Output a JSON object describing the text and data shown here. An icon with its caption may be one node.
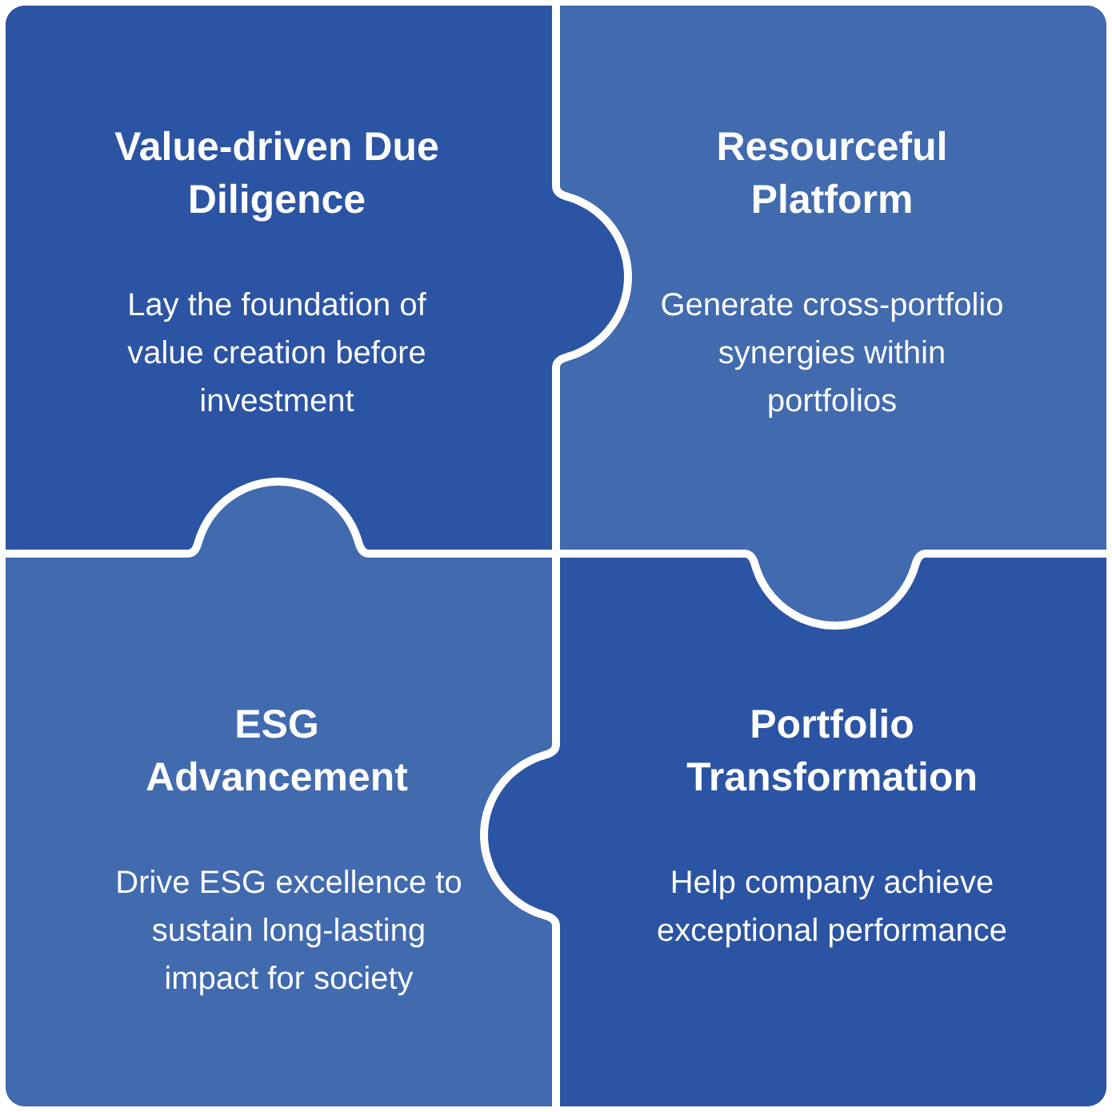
{
  "diagram": {
    "nodes": [
      {
        "text": [
          "Value-driven Due Diligence",
          "Lay the foundation of value creation before investment"
        ]
      },
      {
        "text": [
          "Resourceful Platform",
          "Generate cross-portfolio synergies within portfolios"
        ]
      },
      {
        "text": [
          "ESG Advancement",
          "Drive ESG excellence to sustain long-lasting impact for society"
        ]
      },
      {
        "text": [
          "Portfolio Transformation",
          "Help company achieve exceptional performance"
        ]
      }
    ]
  }
}
